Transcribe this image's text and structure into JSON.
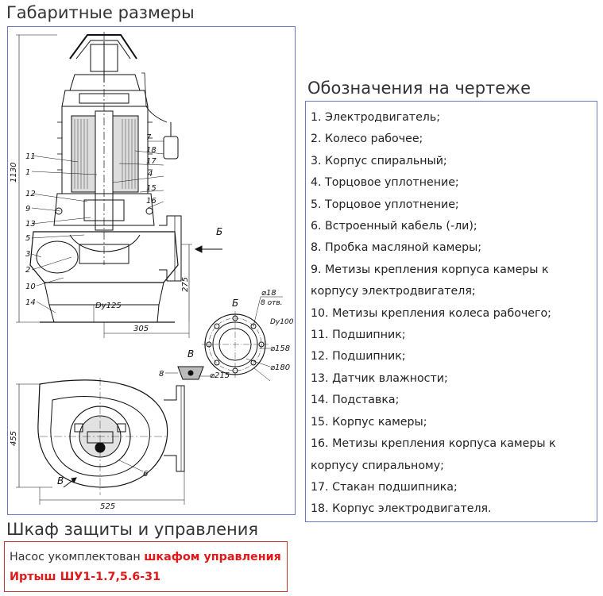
{
  "headings": {
    "dimensions": "Габаритные размеры",
    "legend": "Обозначения на чертеже",
    "cabinet": "Шкаф защиты и управления"
  },
  "legend_items": [
    "1. Электродвигатель;",
    "2. Колесо рабочее;",
    "3. Корпус спиральный;",
    "4. Торцовое уплотнение;",
    "5. Торцовое уплотнение;",
    "6. Встроенный кабель (-ли);",
    "8. Пробка масляной камеры;",
    "9. Метизы крепления корпуса камеры к корпусу электродвигателя;",
    "10. Метизы крепления колеса рабочего;",
    "11. Подшипник;",
    "12. Подшипник;",
    "13. Датчик влажности;",
    "14. Подставка;",
    "15. Корпус камеры;",
    "16. Метизы крепления корпуса камеры к корпусу спиральному;",
    "17. Стакан подшипника;",
    "18. Корпус электродвигателя."
  ],
  "cabinet": {
    "text_before": "Насос укомплектован ",
    "text_highlight": "шкафом управления Иртыш ШУ1-1.7,5.6-31"
  },
  "drawing": {
    "dims": {
      "height_total": "1130",
      "height_outlet": "275",
      "width_side": "305",
      "dy_inlet": "Dy125",
      "height_plan": "455",
      "width_plan": "525",
      "flange_holes": "⌀18",
      "holes_count": "8 отв.",
      "flange_dy": "Dy100",
      "flange_d158": "⌀158",
      "flange_d180": "⌀180",
      "d215": "⌀215"
    },
    "view_labels": {
      "b_arrow": "Б",
      "b_view": "Б",
      "v_view": "В",
      "v_arrow": "В"
    },
    "callouts_left": [
      "11",
      "1",
      "12",
      "9",
      "13",
      "5",
      "3",
      "2",
      "10",
      "14"
    ],
    "callouts_right": [
      "7",
      "18",
      "17",
      "4",
      "15",
      "16"
    ],
    "callout_plan": "6",
    "callout_v": "8"
  },
  "colors": {
    "frame_border": "#6a7ac2",
    "cabinet_border": "#c0392b",
    "highlight": "#e01818"
  }
}
